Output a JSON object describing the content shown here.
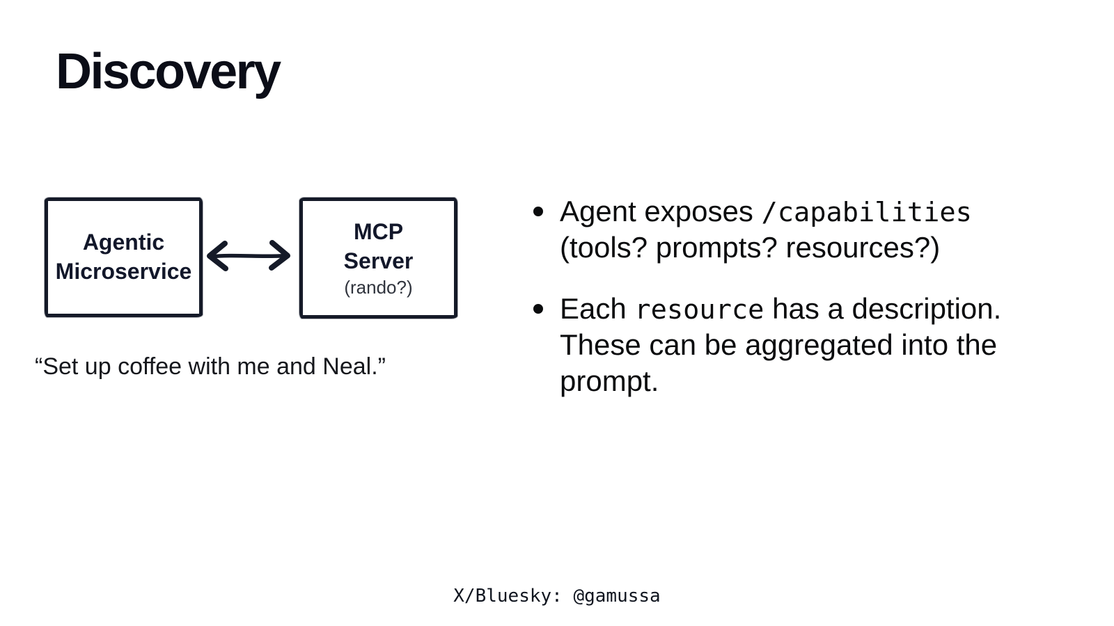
{
  "slide": {
    "title": "Discovery",
    "footer": "X/Bluesky: @gamussa",
    "background_color": "#ffffff",
    "ink_color": "#151a28",
    "text_color": "#0a0b0d"
  },
  "diagram": {
    "left_box": {
      "line1": "Agentic",
      "line2": "Microservice"
    },
    "right_box": {
      "line1": "MCP",
      "line2": "Server",
      "subtitle": "(rando?)"
    },
    "arrow": "double-headed-arrow",
    "caption": "“Set up coffee with me and Neal.”"
  },
  "bullets": [
    {
      "segments": [
        {
          "text": "Agent exposes "
        },
        {
          "text": "/capabilities",
          "mono": true
        },
        {
          "br": true
        },
        {
          "text": "(tools? prompts? resources?)"
        }
      ]
    },
    {
      "segments": [
        {
          "text": "Each "
        },
        {
          "text": "resource",
          "mono": true
        },
        {
          "text": " has a description. These can be aggregated into the prompt."
        }
      ]
    }
  ]
}
